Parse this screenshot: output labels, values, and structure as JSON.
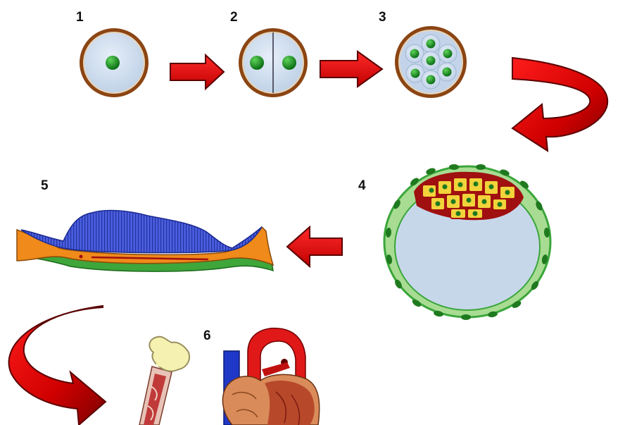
{
  "diagram": {
    "stage_labels": [
      "1",
      "2",
      "3",
      "4",
      "5",
      "6"
    ]
  },
  "colors": {
    "arrow_red": "#e00000",
    "arrow_dark": "#6d0000",
    "zona_brown": "#8b4513",
    "cell_blue": "#c9d9ec",
    "nucleus_green": "#0c8a1c",
    "trophoblast_green": "#8fd07a",
    "icm_yellow": "#f2d33a",
    "icm_red": "#a01010",
    "ectoderm_blue": "#3f55d8",
    "mesoderm_orange": "#f08a1a",
    "endoderm_green": "#3ea63a",
    "bone_cream": "#f5f1b0",
    "heart_red": "#e01818",
    "vein_blue": "#2038c8"
  },
  "icons": [
    "zygote",
    "two-cell-embryo",
    "morula",
    "blastocyst",
    "gastrula-germ-layers",
    "bone",
    "heart"
  ]
}
